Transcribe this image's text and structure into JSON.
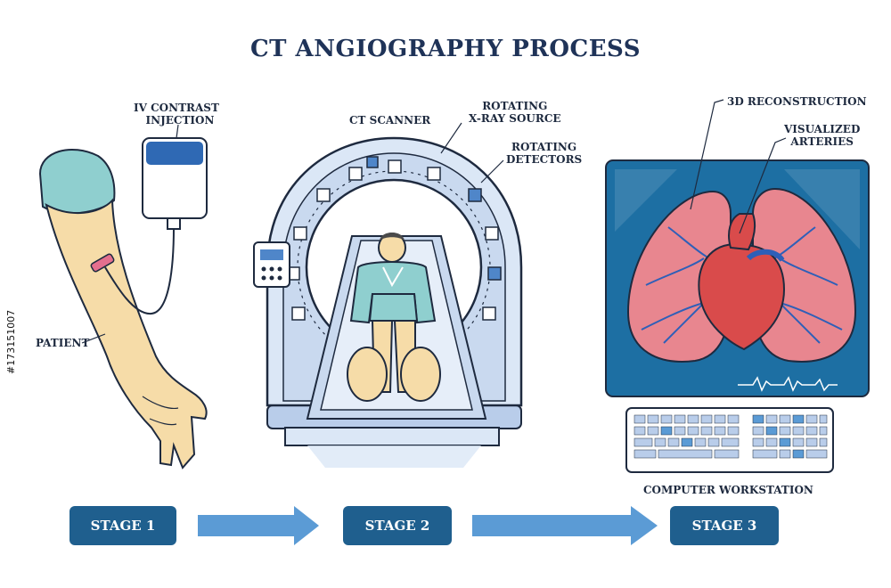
{
  "title": "CT ANGIOGRAPHY PROCESS",
  "labels": {
    "iv_contrast": "IV CONTRAST",
    "injection": "INJECTION",
    "patient": "PATIENT",
    "ct_scanner": "CT SCANNER",
    "rotating_xray_1": "ROTATING",
    "rotating_xray_2": "X-RAY SOURCE",
    "rotating_detectors_1": "ROTATING",
    "rotating_detectors_2": "DETECTORS",
    "reconstruction": "3D RECONSTRUCTION",
    "visualized_1": "VISUALIZED",
    "visualized_2": "ARTERIES",
    "workstation": "COMPUTER WORKSTATION"
  },
  "stages": [
    "STAGE 1",
    "STAGE 2",
    "STAGE 3"
  ],
  "credit": "#173151007",
  "colors": {
    "navy": "#1f3358",
    "stage_blue": "#1f5f8e",
    "arrow_blue": "#5b9bd5",
    "scanner_light": "#dbe7f6",
    "scanner_mid": "#b9cdea",
    "monitor_bg": "#1d6fa3",
    "lung_pink": "#e8868f",
    "heart_red": "#d94b4b",
    "vessel_blue": "#2e5fb8",
    "skin": "#f6dca8"
  }
}
